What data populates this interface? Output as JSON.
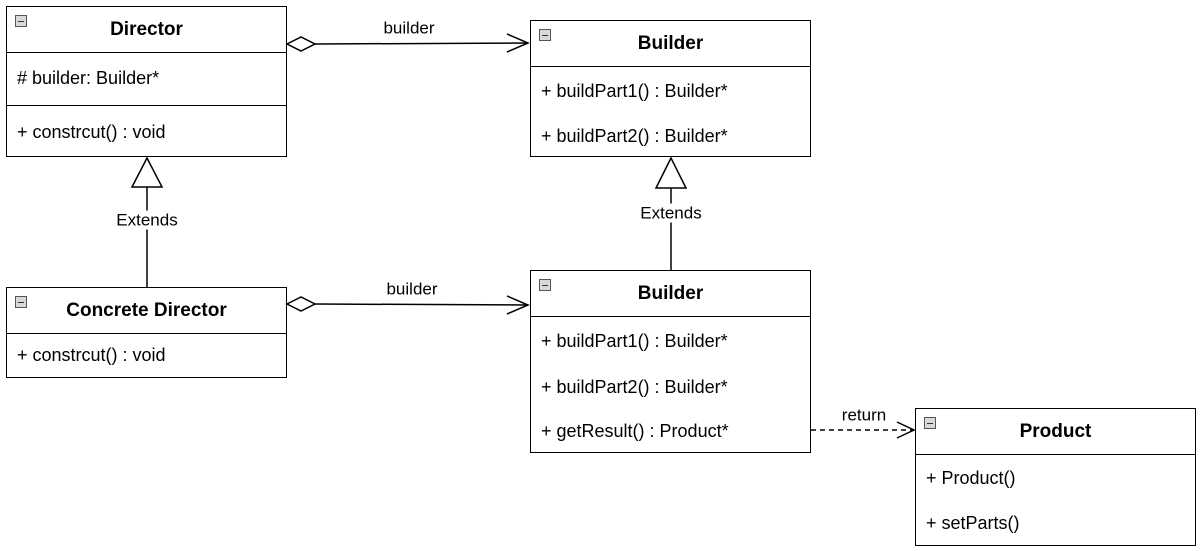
{
  "classes": {
    "director": {
      "name": "Director",
      "attributes": [
        "# builder: Builder*"
      ],
      "methods": [
        "+ constrcut() : void"
      ]
    },
    "builder": {
      "name": "Builder",
      "methods": [
        "+ buildPart1() : Builder*",
        "+ buildPart2() : Builder*"
      ]
    },
    "concrete_director": {
      "name": "Concrete Director",
      "methods": [
        "+ constrcut() : void"
      ]
    },
    "concrete_builder": {
      "name": "Builder",
      "methods": [
        "+ buildPart1() : Builder*",
        "+ buildPart2() : Builder*",
        "+ getResult() : Product*"
      ]
    },
    "product": {
      "name": "Product",
      "methods": [
        "+ Product()",
        "+ setParts()"
      ]
    }
  },
  "relations": {
    "director_builder": "builder",
    "concrete_director_builder": "builder",
    "director_extends": "Extends",
    "builder_extends": "Extends",
    "return": "return"
  },
  "colors": {
    "line": "#000000",
    "background": "#ffffff",
    "collapse_box": "#d9d9d9"
  }
}
